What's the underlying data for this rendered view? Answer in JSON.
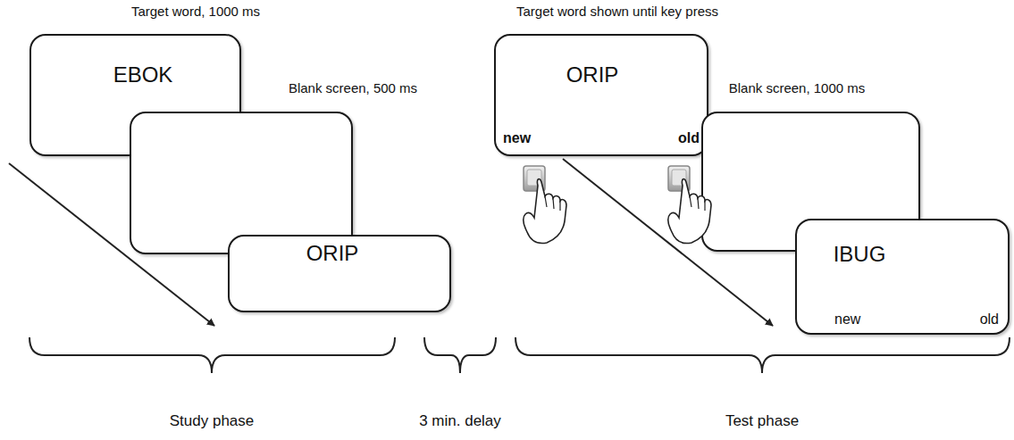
{
  "diagram": {
    "nodes": [
      {
        "text": [
          "Target word, 1000 ms",
          "EBOK"
        ]
      },
      {
        "text": [
          "Blank screen, 500 ms"
        ]
      },
      {
        "text": [
          "ORIP"
        ]
      },
      {
        "text": [
          "Target word shown until key press",
          "ORIP",
          "new",
          "old"
        ]
      },
      {
        "text": [
          "Blank screen, 1000 ms"
        ]
      },
      {
        "text": [
          "IBUG",
          "new",
          "old"
        ]
      }
    ],
    "labels": [
      "Study phase",
      "3 min. delay",
      "Test phase"
    ]
  }
}
